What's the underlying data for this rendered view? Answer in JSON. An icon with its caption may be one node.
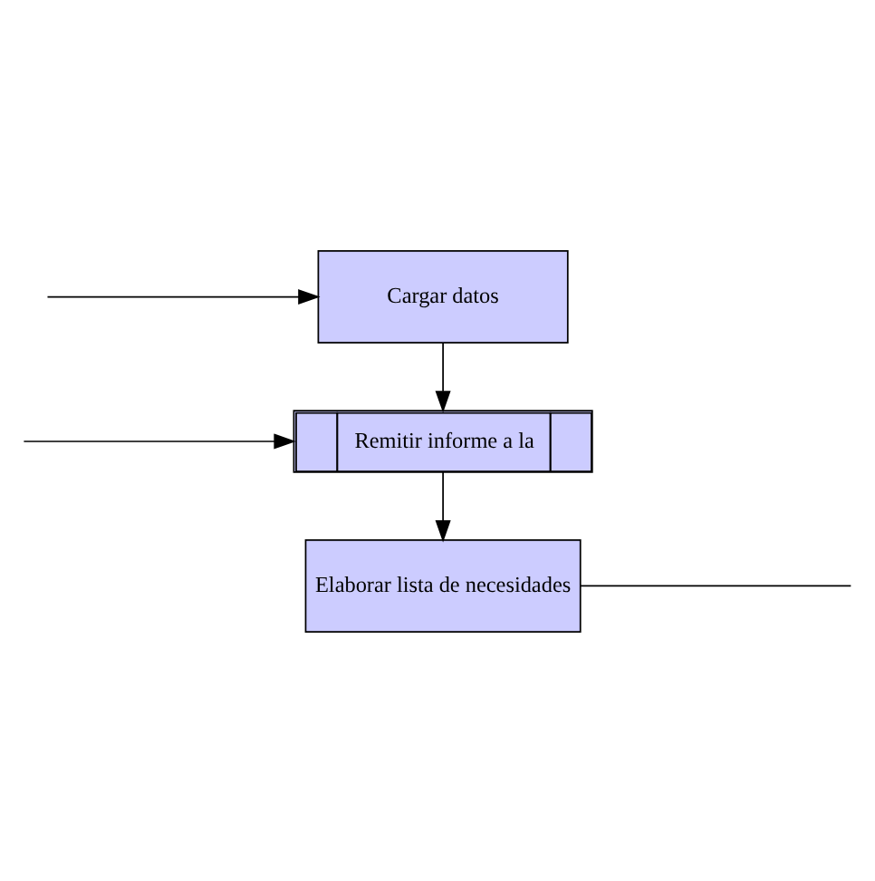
{
  "diagram": {
    "nodes": [
      {
        "text": [
          "Cargar datos"
        ]
      },
      {
        "text": [
          "Remitir informe a la"
        ]
      },
      {
        "text": [
          "Elaborar lista de necesidades"
        ]
      }
    ],
    "edges": [
      {
        "from": 0,
        "to": 1,
        "arrow": "to"
      },
      {
        "from": 1,
        "to": 2,
        "arrow": "to"
      },
      {
        "from": null,
        "to": 0,
        "arrow": "to"
      },
      {
        "from": null,
        "to": 1,
        "arrow": "to"
      },
      {
        "from": 2,
        "to": null,
        "arrow": "none"
      }
    ]
  }
}
